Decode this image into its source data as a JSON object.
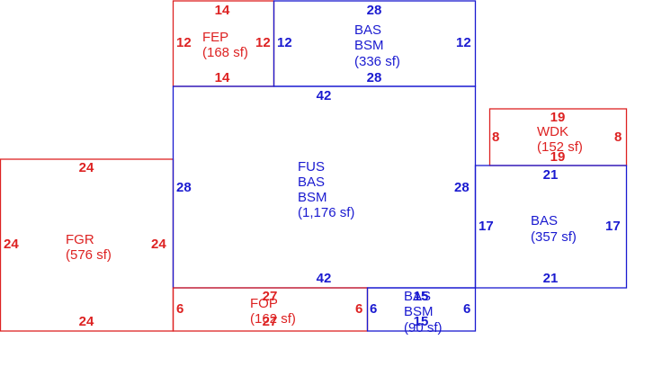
{
  "colors": {
    "red": "#dd2222",
    "blue": "#1a1ad0",
    "background": "#ffffff"
  },
  "areas": {
    "fep": {
      "lines": [
        "FEP",
        "(168 sf)"
      ],
      "dims": {
        "top": "14",
        "bottom": "14",
        "left": "12",
        "right": "12"
      }
    },
    "bas_top": {
      "lines": [
        "BAS",
        "BSM",
        "(336 sf)"
      ],
      "dims": {
        "top": "28",
        "bottom": "28",
        "left": "12",
        "right": "12"
      }
    },
    "fus": {
      "lines": [
        "FUS",
        "BAS",
        "BSM",
        "(1,176 sf)"
      ],
      "dims": {
        "top": "42",
        "bottom": "42",
        "left": "28",
        "right": "28"
      }
    },
    "wdk": {
      "lines": [
        "WDK",
        "(152 sf)"
      ],
      "dims": {
        "top": "19",
        "bottom": "19",
        "left": "8",
        "right": "8"
      }
    },
    "bas_right": {
      "lines": [
        "BAS",
        "(357 sf)"
      ],
      "dims": {
        "top": "21",
        "bottom": "21",
        "left": "17",
        "right": "17"
      }
    },
    "fgr": {
      "lines": [
        "FGR",
        "(576 sf)"
      ],
      "dims": {
        "top": "24",
        "bottom": "24",
        "left": "24",
        "right": "24"
      }
    },
    "fop": {
      "lines": [
        "FOP",
        "(162 sf)"
      ],
      "dims": {
        "top": "27",
        "bottom": "27",
        "left": "6",
        "right": "6"
      }
    },
    "bas_small": {
      "lines": [
        "BAS",
        "BSM",
        "(90 sf)"
      ],
      "dims": {
        "top": "15",
        "bottom": "15",
        "left": "6",
        "right": "6"
      }
    }
  }
}
